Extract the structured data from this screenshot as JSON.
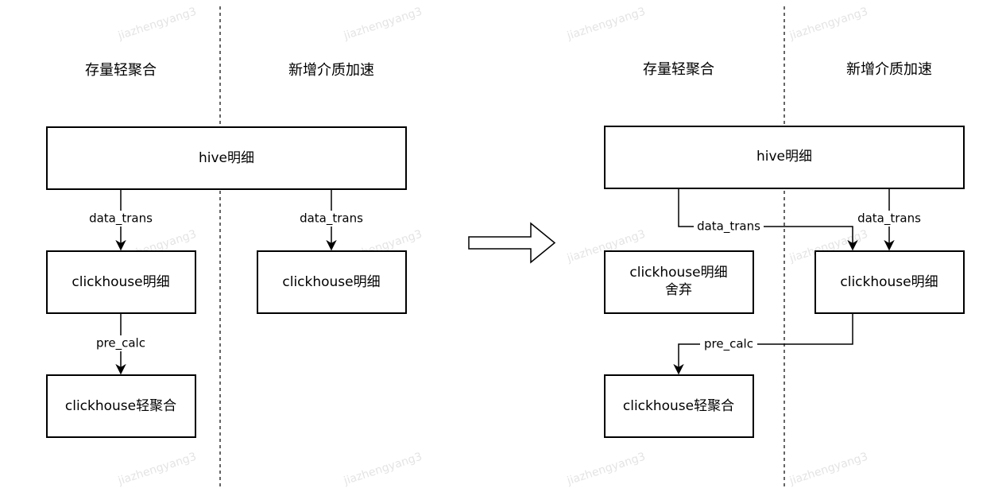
{
  "watermark_text": "jiazhengyang3",
  "before": {
    "column_left_title": "存量轻聚合",
    "column_right_title": "新增介质加速",
    "nodes": {
      "hive_detail": "hive明细",
      "ch_detail_left": "clickhouse明细",
      "ch_detail_right": "clickhouse明细",
      "ch_light_agg": "clickhouse轻聚合"
    },
    "edges": {
      "data_trans_left": "data_trans",
      "data_trans_right": "data_trans",
      "pre_calc": "pre_calc"
    }
  },
  "after": {
    "column_left_title": "存量轻聚合",
    "column_right_title": "新增介质加速",
    "nodes": {
      "hive_detail": "hive明细",
      "ch_detail_discarded_line1": "clickhouse明细",
      "ch_detail_discarded_line2": "舍弃",
      "ch_detail_right": "clickhouse明细",
      "ch_light_agg": "clickhouse轻聚合"
    },
    "edges": {
      "data_trans_left": "data_trans",
      "data_trans_right": "data_trans",
      "pre_calc": "pre_calc"
    }
  },
  "colors": {
    "stroke": "#000000",
    "background": "#ffffff",
    "watermark": "#e4e4e4"
  }
}
